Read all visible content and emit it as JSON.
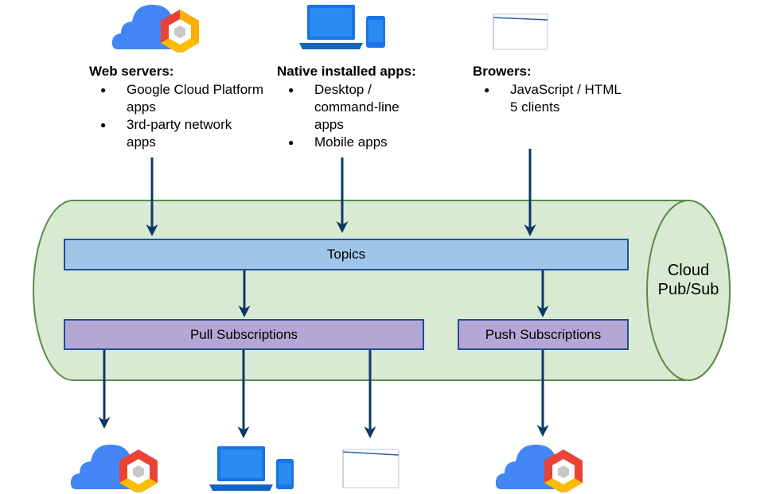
{
  "sources": [
    {
      "title": "Web servers:",
      "items": [
        "Google Cloud Platform apps",
        "3rd-party network apps"
      ],
      "icon": "gcp-cloud-icon"
    },
    {
      "title": "Native installed apps:",
      "items": [
        "Desktop / command-line apps",
        "Mobile apps"
      ],
      "icon": "laptop-phone-icon"
    },
    {
      "title": "Browers:",
      "items": [
        "JavaScript / HTML 5 clients"
      ],
      "icon": "browser-window-icon"
    }
  ],
  "service": {
    "line1": "Cloud",
    "line2": "Pub/Sub"
  },
  "topics_label": "Topics",
  "pull_label": "Pull Subscriptions",
  "push_label": "Push Subscriptions",
  "colors": {
    "cylinder_fill": "#d9ead3",
    "cylinder_stroke": "#38761d",
    "topics_fill": "#9fc5e8",
    "subs_fill": "#b4a7d6",
    "arrow": "#0b3866",
    "cloud_blue": "#4285f4"
  }
}
